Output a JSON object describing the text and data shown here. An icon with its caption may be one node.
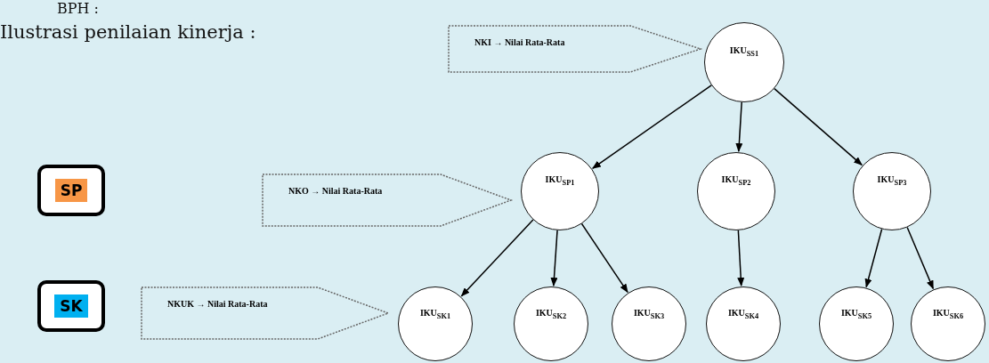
{
  "diagram": {
    "title": "Ilustrasi penilaian kinerja :",
    "nodes": [
      {
        "text": [
          "IKU$_{SS1}$"
        ]
      },
      {
        "text": [
          "NKI → Nilai Rata-Rata"
        ]
      },
      {
        "text": [
          "IKU$_{SP1}$"
        ]
      },
      {
        "text": [
          "IKU$_{SP2}$"
        ]
      },
      {
        "text": [
          "IKU$_{SP3}$"
        ]
      },
      {
        "text": [
          "SP"
        ]
      },
      {
        "text": [
          "NKO → Nilai Rata-Rata"
        ]
      },
      {
        "text": [
          "SK"
        ]
      },
      {
        "text": [
          "NKUK → Nilai Rata-Rata"
        ]
      },
      {
        "text": [
          "IKU$_{SK1}$"
        ]
      },
      {
        "text": [
          "IKU$_{SK2}$"
        ]
      },
      {
        "text": [
          "IKU$_{SK3}$"
        ]
      },
      {
        "text": [
          "IKU$_{SK4}$"
        ]
      },
      {
        "text": [
          "IKU$_{SK5}$"
        ]
      },
      {
        "text": [
          "IKU$_{SK6}$"
        ]
      }
    ],
    "edges": [
      {
        "from": 0,
        "to": 2,
        "arrow": "to"
      },
      {
        "from": 0,
        "to": 3,
        "arrow": "to"
      },
      {
        "from": 0,
        "to": 4,
        "arrow": "to"
      },
      {
        "from": 2,
        "to": 9,
        "arrow": "to"
      },
      {
        "from": 2,
        "to": 10,
        "arrow": "to"
      },
      {
        "from": 2,
        "to": 11,
        "arrow": "to"
      },
      {
        "from": 3,
        "to": 12,
        "arrow": "to"
      },
      {
        "from": 4,
        "to": 13,
        "arrow": "to"
      },
      {
        "from": 4,
        "to": 14,
        "arrow": "to"
      }
    ],
    "labels": [
      "BPH :"
    ]
  }
}
